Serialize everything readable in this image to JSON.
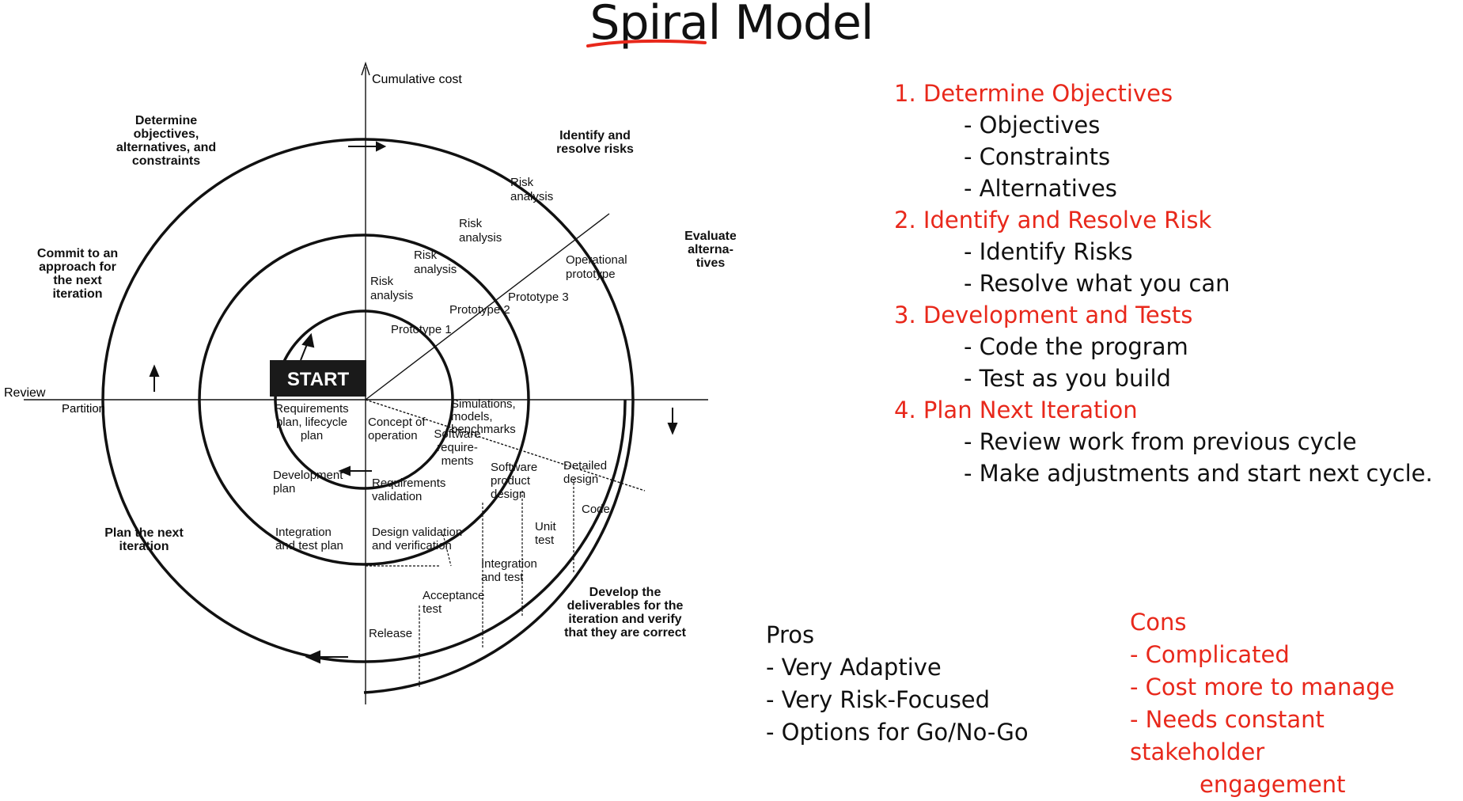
{
  "title": {
    "underlined_word": "Spiral",
    "rest": " Model"
  },
  "diagram": {
    "axis_top": "Cumulative cost",
    "axis_left": "Review",
    "partition": "Partition",
    "start": "START",
    "quadrants": {
      "top_left": [
        "Determine",
        "objectives,",
        "alternatives, and",
        "constraints"
      ],
      "top_right": [
        "Identify and",
        "resolve risks"
      ],
      "right": [
        "Evaluate",
        "alterna-",
        "tives"
      ],
      "left": [
        "Commit to an",
        "approach for",
        "the next",
        "iteration"
      ],
      "bottom_left": [
        "Plan the next",
        "iteration"
      ],
      "bottom_right": [
        "Develop the",
        "deliverables for the",
        "iteration and verify",
        "that they are correct"
      ]
    },
    "risk_analysis": [
      "Risk",
      "analysis"
    ],
    "operational_prototype": [
      "Operational",
      "prototype"
    ],
    "prototypes": [
      "Prototype 3",
      "Prototype 2",
      "Prototype 1"
    ],
    "simulations": [
      "Simulations,",
      "models,",
      "benchmarks"
    ],
    "req_plan": [
      "Requirements",
      "plan, lifecycle",
      "plan"
    ],
    "concept": [
      "Concept of",
      "operation"
    ],
    "software_req": [
      "Software",
      "require-",
      "ments"
    ],
    "software_design": [
      "Software",
      "product",
      "design"
    ],
    "detailed_design": [
      "Detailed",
      "design"
    ],
    "code": "Code",
    "dev_plan": [
      "Development",
      "plan"
    ],
    "req_validation": [
      "Requirements",
      "validation"
    ],
    "integration_plan": [
      "Integration",
      "and test plan"
    ],
    "design_validation": [
      "Design validation",
      "and verification"
    ],
    "unit_test": [
      "Unit",
      "test"
    ],
    "integration_test": [
      "Integration",
      "and test"
    ],
    "acceptance_test": [
      "Acceptance",
      "test"
    ],
    "release": "Release"
  },
  "steps": [
    {
      "heading": "1. Determine Objectives",
      "items": [
        "- Objectives",
        "- Constraints",
        "- Alternatives"
      ]
    },
    {
      "heading": "2. Identify and Resolve Risk",
      "items": [
        "- Identify Risks",
        "- Resolve what you can"
      ]
    },
    {
      "heading": "3. Development and Tests",
      "items": [
        "- Code the program",
        "- Test as you build"
      ]
    },
    {
      "heading": "4. Plan Next Iteration",
      "items": [
        "- Review work from previous cycle",
        "- Make adjustments and start next cycle."
      ]
    }
  ],
  "pros": {
    "heading": "Pros",
    "items": [
      "- Very Adaptive",
      "- Very Risk-Focused",
      "- Options for Go/No-Go"
    ]
  },
  "cons": {
    "heading": "Cons",
    "items": [
      "- Complicated",
      "- Cost more to manage",
      "- Needs constant stakeholder"
    ],
    "continuation": "engagement"
  },
  "colors": {
    "accent_red": "#e8281b",
    "text": "#111111"
  }
}
